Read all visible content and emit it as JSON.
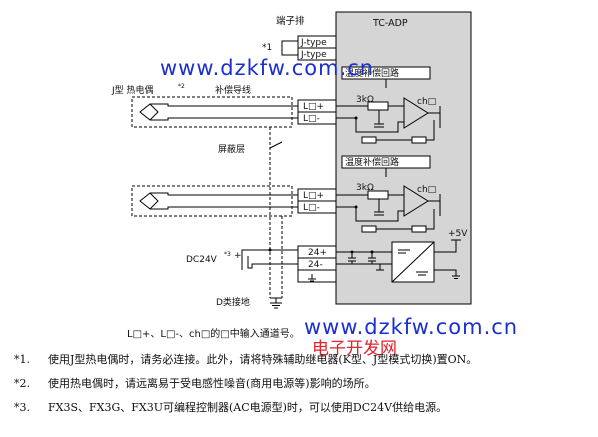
{
  "labels": {
    "terminal_block": "端子排",
    "module": "TC-ADP",
    "jtype_top": "J-type",
    "jtype_bottom": "J-type",
    "note1_mark": "*1",
    "comp1": "温度补偿回路",
    "comp2": "温度补偿回路",
    "thermocouple": "J型  热电偶",
    "thermocouple_sup": "*2",
    "comp_wire": "补偿导线",
    "shield": "屏蔽层",
    "resistor1": "3kΩ",
    "resistor2": "3kΩ",
    "ch1": "ch□",
    "ch2": "ch□",
    "term_lp1": "L□+",
    "term_lm1": "L□-",
    "term_lp2": "L□+",
    "term_lm2": "L□-",
    "term_24p": "24+",
    "term_24m": "24-",
    "plus5v": "+5V",
    "dc24v": "DC24V",
    "dc24v_sup": "*3",
    "plus_sign": "+",
    "ground": "D类接地",
    "caption": "L□+、L□-、ch□的□中输入通道号。"
  },
  "watermark": {
    "top": "www.dzkfw.com.cn",
    "bottom_url": "www.dzkfw.com.cn",
    "bottom_cn": "电子开发网"
  },
  "notes": [
    {
      "mark": "*1.",
      "text": "使用J型热电偶时，请务必连接。此外，请将特殊辅助继电器(K型、J型模式切换)置ON。"
    },
    {
      "mark": "*2.",
      "text": "使用热电偶时，请远离易于受电感性噪音(商用电源等)影响的场所。"
    },
    {
      "mark": "*3.",
      "text": "FX3S、FX3G、FX3U可编程控制器(AC电源型)时，可以使用DC24V供给电源。"
    }
  ],
  "colors": {
    "module_fill": "#d5d5d5",
    "watermark_blue": "#1b2fd0",
    "watermark_red": "#e0222a"
  }
}
